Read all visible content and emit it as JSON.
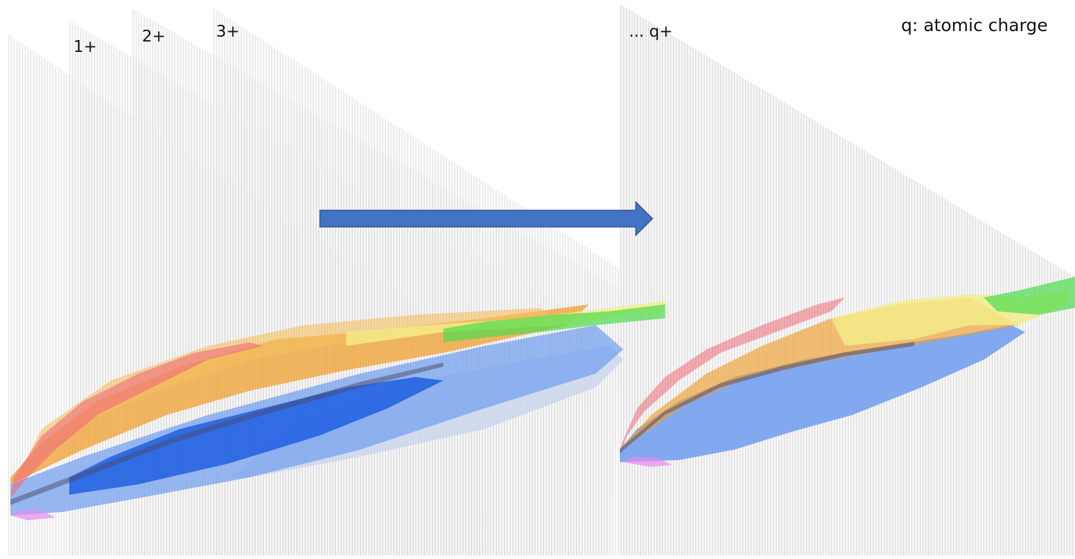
{
  "labels": {
    "charge_1": "1+",
    "charge_2": "2+",
    "charge_3": "3+",
    "charge_q": "... q+",
    "legend": "q: atomic charge"
  },
  "colors": {
    "plane_gray": "#d2d2d2",
    "arrow_fill": "#4472c4",
    "arrow_stroke": "#2f5597",
    "blue_dark": "#1f5fe0",
    "blue_light": "#6f9cf0",
    "blue_pale": "#c9d6ee",
    "orange": "#f0a030",
    "orange_light": "#f5c060",
    "yellow": "#f2ee8a",
    "green": "#4ddb4d",
    "red": "#ef6b78",
    "magenta": "#e78af0"
  },
  "icons": {
    "arrow": "right-block-arrow"
  }
}
